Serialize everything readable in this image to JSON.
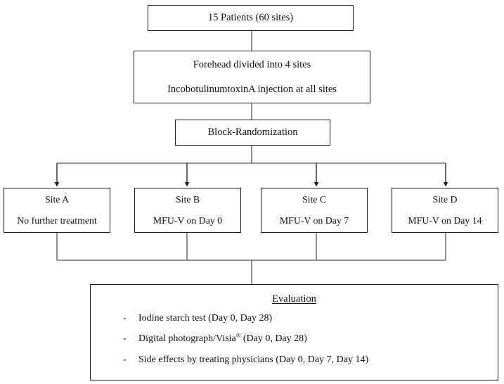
{
  "diagram": {
    "title": "Study flow diagram",
    "colors": {
      "background": "#ffffff",
      "box_border": "#1a1a1a",
      "connector": "#555555",
      "text": "#111111"
    },
    "nodes": {
      "enrollment": {
        "label": "15 Patients (60 sites)"
      },
      "procedure": {
        "line1": "Forehead divided into 4 sites",
        "line2": "IncobotulinumtoxinA injection at all sites"
      },
      "randomization": {
        "label": "Block-Randomization"
      },
      "sites": [
        {
          "name": "Site A",
          "treatment": "No further treatment"
        },
        {
          "name": "Site B",
          "treatment": "MFU-V on Day 0"
        },
        {
          "name": "Site C",
          "treatment": "MFU-V on Day 7"
        },
        {
          "name": "Site D",
          "treatment": "MFU-V on Day 14"
        }
      ],
      "evaluation": {
        "title": "Evaluation",
        "bullet_marker": "-",
        "items": [
          {
            "pre": "Iodine starch test (Day 0, Day 28)",
            "sup": "",
            "post": ""
          },
          {
            "pre": "Digital photograph/Visia",
            "sup": "®",
            "post": " (Day 0, Day 28)"
          },
          {
            "pre": "Side effects by treating physicians (Day 0, Day 7, Day 14)",
            "sup": "",
            "post": ""
          }
        ]
      }
    }
  }
}
